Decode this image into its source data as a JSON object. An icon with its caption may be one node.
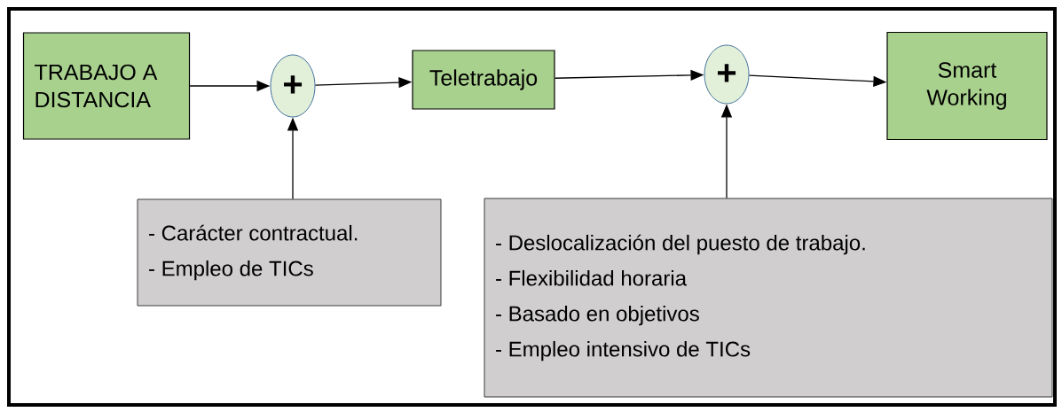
{
  "diagram": {
    "nodes": [
      {
        "text": [
          "TRABAJO A DISTANCIA"
        ]
      },
      {
        "text": [
          "+"
        ]
      },
      {
        "text": [
          "Teletrabajo"
        ]
      },
      {
        "text": [
          "+"
        ]
      },
      {
        "text": [
          "Smart Working"
        ]
      },
      {
        "text": [
          "- Carácter contractual.",
          "- Empleo de TICs"
        ]
      },
      {
        "text": [
          "- Deslocalización del puesto de trabajo.",
          "- Flexibilidad horaria",
          "- Basado en objetivos",
          "- Empleo intensivo de TICs"
        ]
      }
    ],
    "edges": [
      {
        "from": 0,
        "to": 1,
        "arrow": "to"
      },
      {
        "from": 1,
        "to": 2,
        "arrow": "to"
      },
      {
        "from": 2,
        "to": 3,
        "arrow": "to"
      },
      {
        "from": 3,
        "to": 4,
        "arrow": "to"
      },
      {
        "from": 5,
        "to": 1,
        "arrow": "to"
      },
      {
        "from": 6,
        "to": 3,
        "arrow": "to"
      }
    ]
  }
}
